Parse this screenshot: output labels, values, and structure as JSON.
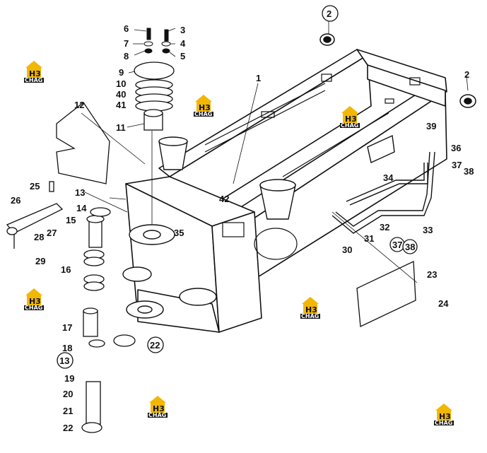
{
  "watermark": {
    "brand_letters": "H3",
    "brand_caption": "CHAG",
    "color_roof": "#f2b705",
    "color_body": "#111111",
    "icon": "house-logo-icon"
  },
  "labels": {
    "l1": "1",
    "l2a": "2",
    "l2b": "2",
    "l3": "3",
    "l4": "4",
    "l5": "5",
    "l6": "6",
    "l7": "7",
    "l8": "8",
    "l9": "9",
    "l10": "10",
    "l40": "40",
    "l41": "41",
    "l11": "11",
    "l12": "12",
    "l13a": "13",
    "l13b": "13",
    "l14": "14",
    "l15": "15",
    "l16": "16",
    "l17": "17",
    "l18": "18",
    "l19": "19",
    "l20": "20",
    "l21": "21",
    "l22a": "22",
    "l22b": "22",
    "l23": "23",
    "l24": "24",
    "l25": "25",
    "l26": "26",
    "l27": "27",
    "l28": "28",
    "l29": "29",
    "l30": "30",
    "l31": "31",
    "l32": "32",
    "l33": "33",
    "l34": "34",
    "l35": "35",
    "l36": "36",
    "l37a": "37",
    "l37b": "37",
    "l38a": "38",
    "l38b": "38",
    "l39": "39",
    "l42": "42"
  }
}
